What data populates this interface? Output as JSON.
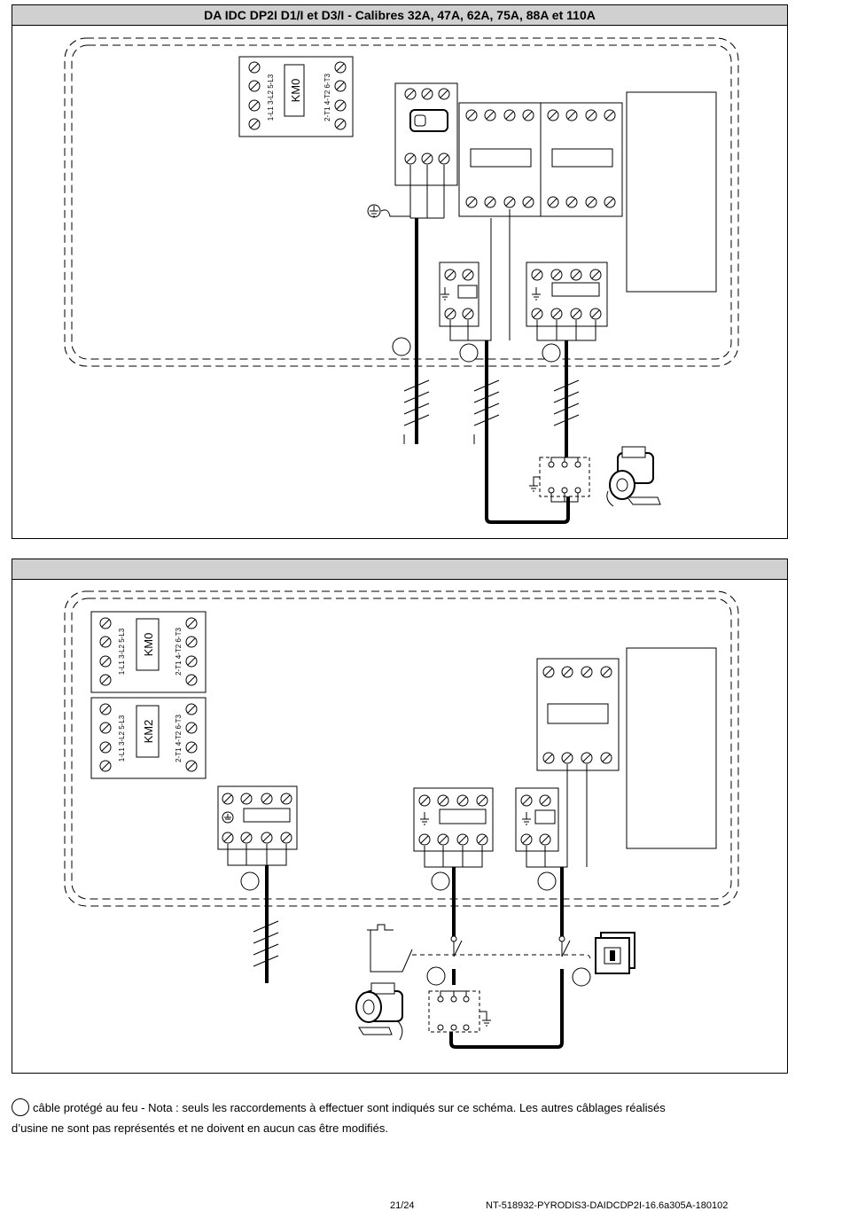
{
  "panel1": {
    "title": "DA IDC DP2I D1/I et D3/I - Calibres 32A, 47A, 62A, 75A, 88A et 110A",
    "km0": {
      "name": "KM0",
      "left_terminals": "1-L1 3-L2 5-L3",
      "right_terminals": "2-T1 4-T2 6-T3"
    }
  },
  "panel2": {
    "title": "",
    "km0": {
      "name": "KM0",
      "left_terminals": "1-L1 3-L2 5-L3",
      "right_terminals": "2-T1 4-T2 6-T3"
    },
    "km2": {
      "name": "KM2",
      "left_terminals": "1-L1 3-L2 5-L3",
      "right_terminals": "2-T1 4-T2 6-T3"
    }
  },
  "note": {
    "text_line1": "câble protégé au feu - Nota : seuls les raccordements à effectuer sont indiqués sur ce schéma. Les autres câblages réalisés",
    "text_line2": "d’usine ne sont pas représentés et ne doivent en aucun cas être modifiés."
  },
  "footer": {
    "page": "21/24",
    "reference": "NT-518932-PYRODIS3-DAIDCDP2I-16.6a305A-180102"
  }
}
